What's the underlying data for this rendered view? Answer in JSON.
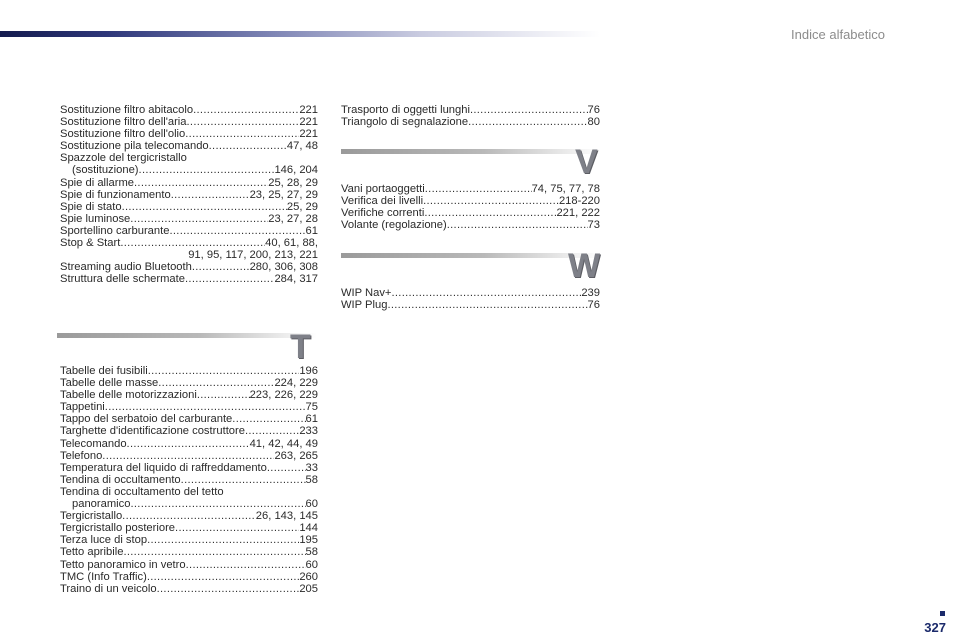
{
  "header": {
    "title": "Indice alfabetico"
  },
  "page_number": "327",
  "sections": {
    "s_cont": {
      "entries": [
        {
          "label": "Sostituzione filtro abitacolo ",
          "pages": "221"
        },
        {
          "label": "Sostituzione filtro dell'aria",
          "pages": "221"
        },
        {
          "label": "Sostituzione filtro dell'olio ",
          "pages": "221"
        },
        {
          "label": "Sostituzione pila telecomando",
          "pages": "47, 48"
        },
        {
          "label": "Spazzole del tergicristallo",
          "pages": ""
        },
        {
          "label": "(sostituzione) ",
          "pages": "146, 204",
          "indent": true
        },
        {
          "label": "Spie di allarme ",
          "pages": "25, 28, 29"
        },
        {
          "label": "Spie di funzionamento ",
          "pages": "23, 25, 27, 29"
        },
        {
          "label": "Spie di stato ",
          "pages": "25, 29"
        },
        {
          "label": "Spie luminose",
          "pages": "23, 27, 28"
        },
        {
          "label": "Sportellino carburante ",
          "pages": "61"
        },
        {
          "label": "Stop & Start",
          "pages": "40, 61, 88,"
        },
        {
          "label": "",
          "pages": "91, 95, 117, 200, 213, 221",
          "continuation": true
        },
        {
          "label": "Streaming audio Bluetooth ",
          "pages": "280, 306, 308"
        },
        {
          "label": "Struttura delle schermate ",
          "pages": "284, 317"
        }
      ]
    },
    "T": {
      "letter": "T",
      "entries": [
        {
          "label": "Tabelle dei fusibili",
          "pages": "196"
        },
        {
          "label": "Tabelle delle masse ",
          "pages": "224, 229"
        },
        {
          "label": "Tabelle delle motorizzazioni ",
          "pages": "223, 226, 229"
        },
        {
          "label": "Tappetini",
          "pages": "75"
        },
        {
          "label": "Tappo del serbatoio del carburante ",
          "pages": "61"
        },
        {
          "label": "Targhette d'identificazione costruttore ",
          "pages": "233"
        },
        {
          "label": "Telecomando",
          "pages": "41, 42, 44, 49"
        },
        {
          "label": "Telefono",
          "pages": "263, 265"
        },
        {
          "label": "Temperatura del liquido di raffreddamento ",
          "pages": "33"
        },
        {
          "label": "Tendina di occultamento ",
          "pages": "58"
        },
        {
          "label": "Tendina di occultamento del tetto",
          "pages": ""
        },
        {
          "label": "panoramico ",
          "pages": "60",
          "indent": true
        },
        {
          "label": "Tergicristallo",
          "pages": "26, 143, 145"
        },
        {
          "label": "Tergicristallo posteriore ",
          "pages": "144"
        },
        {
          "label": "Terza luce di stop",
          "pages": "195"
        },
        {
          "label": "Tetto apribile ",
          "pages": "58"
        },
        {
          "label": "Tetto panoramico in vetro ",
          "pages": "60"
        },
        {
          "label": "TMC (Info Traffic)",
          "pages": "260"
        },
        {
          "label": "Traino di un veicolo ",
          "pages": "205"
        }
      ]
    },
    "T_cont": {
      "entries": [
        {
          "label": "Trasporto di oggetti lunghi ",
          "pages": "76"
        },
        {
          "label": "Triangolo di segnalazione ",
          "pages": "80"
        }
      ]
    },
    "V": {
      "letter": "V",
      "entries": [
        {
          "label": "Vani portaoggetti",
          "pages": "74, 75, 77, 78"
        },
        {
          "label": "Verifica dei livelli ",
          "pages": "218-220"
        },
        {
          "label": "Verifiche correnti",
          "pages": "221, 222"
        },
        {
          "label": "Volante (regolazione) ",
          "pages": "73"
        }
      ]
    },
    "W": {
      "letter": "W",
      "entries": [
        {
          "label": "WIP Nav+ ",
          "pages": "239"
        },
        {
          "label": "WIP Plug ",
          "pages": "76"
        }
      ]
    }
  }
}
